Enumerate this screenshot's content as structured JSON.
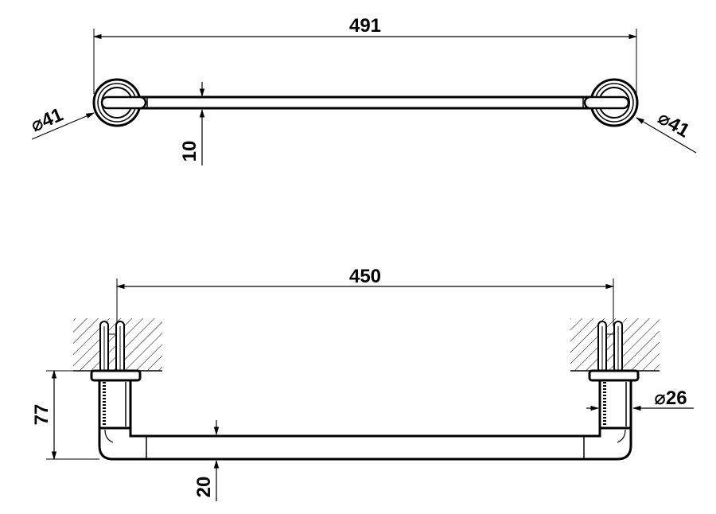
{
  "top_view": {
    "overall_width": "491",
    "left_rosette_diameter": "⌀41",
    "right_rosette_diameter": "⌀41",
    "bar_thickness": "10"
  },
  "front_view": {
    "fixing_centers": "450",
    "projection": "77",
    "post_diameter": "⌀26",
    "bar_height": "20"
  },
  "colors": {
    "line": "#000000",
    "hatch": "#000000",
    "background": "#ffffff"
  }
}
